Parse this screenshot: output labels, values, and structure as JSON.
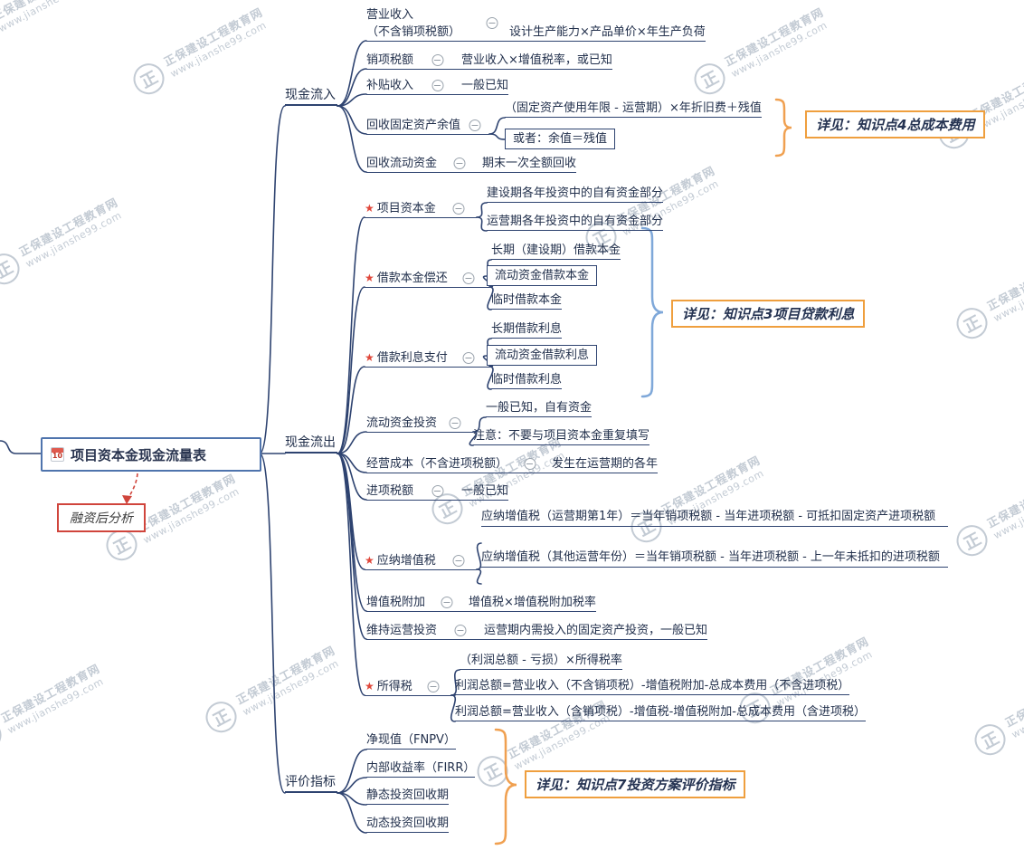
{
  "root": {
    "title": "项目资本金现金流量表",
    "badge": "10"
  },
  "floating": {
    "label": "融资后分析"
  },
  "branches": {
    "inflow": {
      "label": "现金流入",
      "items": [
        {
          "label": "营业收入\n（不含销项税额）",
          "note": "设计生产能力×产品单价×年生产负荷"
        },
        {
          "label": "销项税额",
          "note": "营业收入×增值税率，或已知"
        },
        {
          "label": "补贴收入",
          "note": "一般已知"
        },
        {
          "label": "回收固定资产余值",
          "children": [
            {
              "label": "（固定资产使用年限 - 运营期）×年折旧费＋残值"
            },
            {
              "label": "或者：余值＝残值"
            }
          ]
        },
        {
          "label": "回收流动资金",
          "note": "期末一次全额回收"
        }
      ]
    },
    "outflow": {
      "label": "现金流出",
      "items": [
        {
          "label": "项目资本金",
          "children": [
            {
              "label": "建设期各年投资中的自有资金部分"
            },
            {
              "label": "运营期各年投资中的自有资金部分"
            }
          ]
        },
        {
          "label": "借款本金偿还",
          "children": [
            {
              "label": "长期（建设期）借款本金"
            },
            {
              "label": "流动资金借款本金"
            },
            {
              "label": "临时借款本金"
            }
          ]
        },
        {
          "label": "借款利息支付",
          "children": [
            {
              "label": "长期借款利息"
            },
            {
              "label": "流动资金借款利息"
            },
            {
              "label": "临时借款利息"
            }
          ]
        },
        {
          "label": "流动资金投资",
          "children": [
            {
              "label": "一般已知，自有资金"
            },
            {
              "label": "注意：不要与项目资本金重复填写"
            }
          ]
        },
        {
          "label": "经营成本（不含进项税额）",
          "note": "发生在运营期的各年"
        },
        {
          "label": "进项税额",
          "note": "一般已知"
        },
        {
          "label": "应纳增值税",
          "children": [
            {
              "label": "应纳增值税（运营期第1年）＝当年销项税额 - 当年进项税额 - 可抵扣固定资产进项税额"
            },
            {
              "label": "应纳增值税（其他运营年份）＝当年销项税额 - 当年进项税额 - 上一年未抵扣的进项税额"
            }
          ]
        },
        {
          "label": "增值税附加",
          "note": "增值税×增值税附加税率"
        },
        {
          "label": "维持运营投资",
          "note": "运营期内需投入的固定资产投资，一般已知"
        },
        {
          "label": "所得税",
          "children": [
            {
              "label": "（利润总额 - 亏损）×所得税率"
            },
            {
              "label": "利润总额=营业收入（不含销项税）-增值税附加-总成本费用（不含进项税）"
            },
            {
              "label": "利润总额=营业收入（含销项税）-增值税-增值税附加-总成本费用（含进项税）"
            }
          ]
        }
      ]
    },
    "metrics": {
      "label": "评价指标",
      "items": [
        {
          "label": "净现值（FNPV）"
        },
        {
          "label": "内部收益率（FIRR）"
        },
        {
          "label": "静态投资回收期"
        },
        {
          "label": "动态投资回收期"
        }
      ]
    }
  },
  "callouts": [
    {
      "label": "详见：知识点4总成本费用"
    },
    {
      "label": "详见：知识点3项目贷款利息"
    },
    {
      "label": "详见：知识点7投资方案评价指标"
    }
  ],
  "watermark": {
    "logo": "正",
    "name": "正保建设工程教育网",
    "url": "www.jianshe99.com"
  },
  "icons": {
    "collapse": "−",
    "star": "★"
  },
  "colors": {
    "line": "#2e4370",
    "star": "#e0483b",
    "callout_border": "#ef9f3e",
    "brace_orange": "#f0a050",
    "brace_blue": "#7fa8d9",
    "float_border": "#d0453c"
  }
}
